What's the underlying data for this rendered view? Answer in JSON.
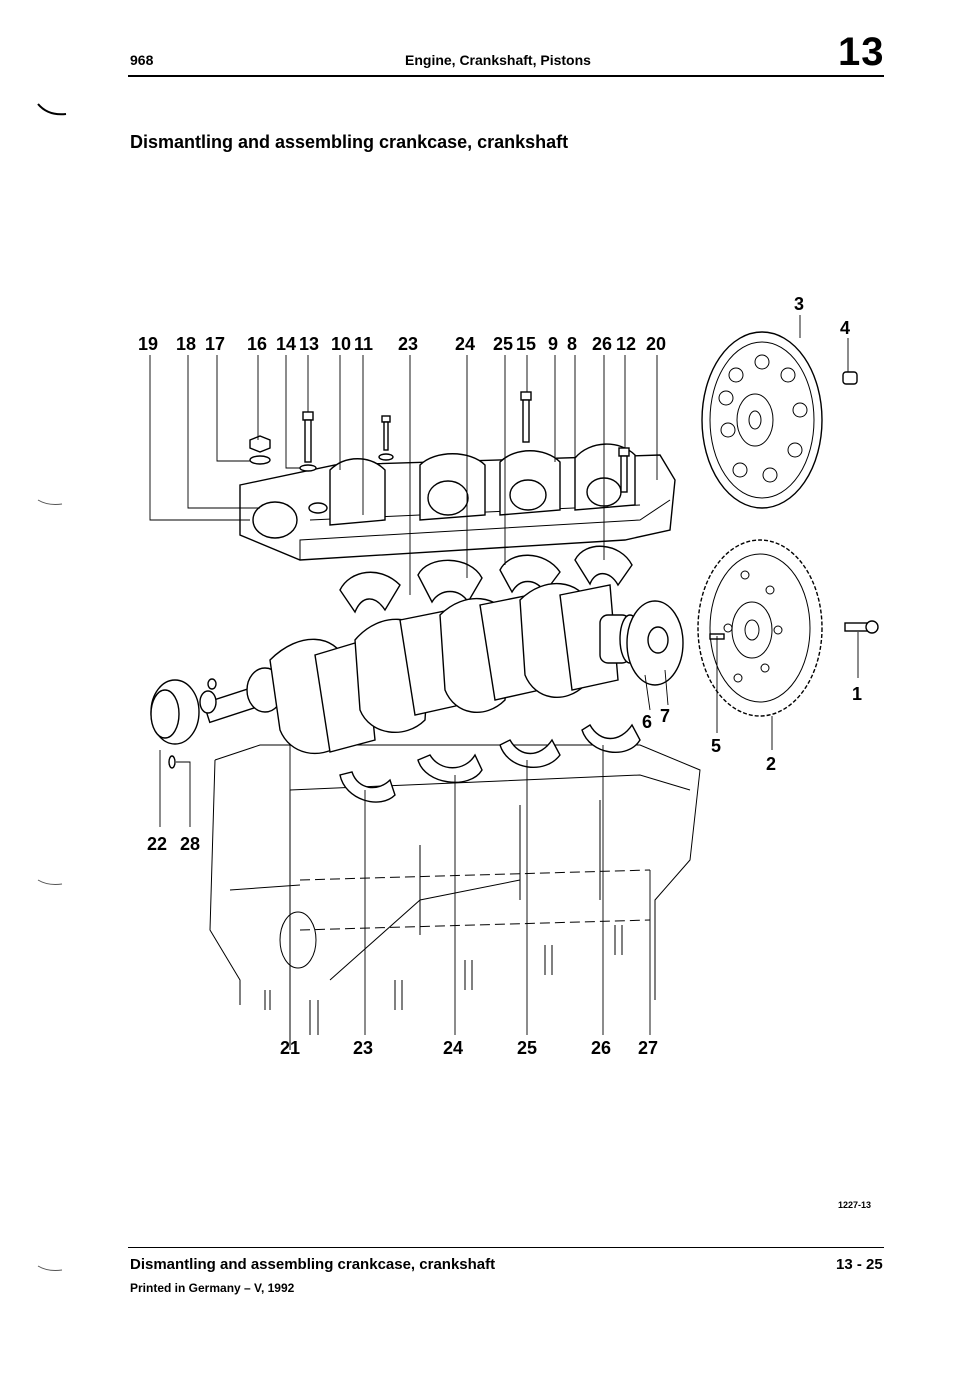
{
  "header": {
    "model": "968",
    "title": "Engine, Crankshaft, Pistons",
    "group": "13"
  },
  "page_title": "Dismantling and assembling crankcase, crankshaft",
  "figure": {
    "reference": "1227-13",
    "callouts_top": [
      "19",
      "18",
      "17",
      "16",
      "14",
      "13",
      "10",
      "11",
      "23",
      "24",
      "25",
      "15",
      "9",
      "8",
      "26",
      "12",
      "20"
    ],
    "callouts_right": [
      "3",
      "4",
      "1",
      "2",
      "5",
      "6",
      "7"
    ],
    "callouts_left": [
      "22",
      "28"
    ],
    "callouts_bottom": [
      "21",
      "23",
      "24",
      "25",
      "26",
      "27"
    ]
  },
  "footer": {
    "title": "Dismantling and assembling crankcase, crankshaft",
    "page": "13 - 25",
    "printed": "Printed in Germany – V, 1992"
  }
}
